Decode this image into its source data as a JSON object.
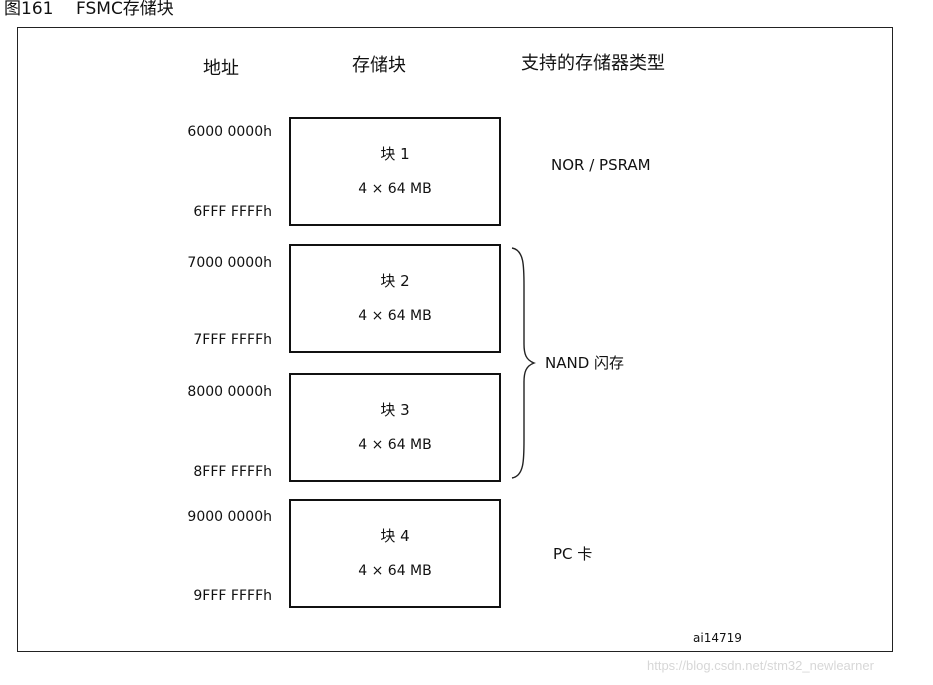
{
  "figure": {
    "number": "图161",
    "title": "FSMC存储块"
  },
  "headers": {
    "address": "地址",
    "bank": "存储块",
    "memory_type": "支持的存储器类型"
  },
  "banks": [
    {
      "start": "6000 0000h",
      "end": "6FFF FFFFh",
      "name": "块 1",
      "size": "4 × 64 MB"
    },
    {
      "start": "7000 0000h",
      "end": "7FFF FFFFh",
      "name": "块 2",
      "size": "4 × 64 MB"
    },
    {
      "start": "8000 0000h",
      "end": "8FFF FFFFh",
      "name": "块 3",
      "size": "4 × 64 MB"
    },
    {
      "start": "9000 0000h",
      "end": "9FFF FFFFh",
      "name": "块 4",
      "size": "4 × 64 MB"
    }
  ],
  "memory_types": {
    "nor_psram": "NOR /  PSRAM",
    "nand": "NAND 闪存",
    "pc_card": "PC 卡"
  },
  "reference": "ai14719",
  "watermark": "https://blog.csdn.net/stm32_newlearner"
}
